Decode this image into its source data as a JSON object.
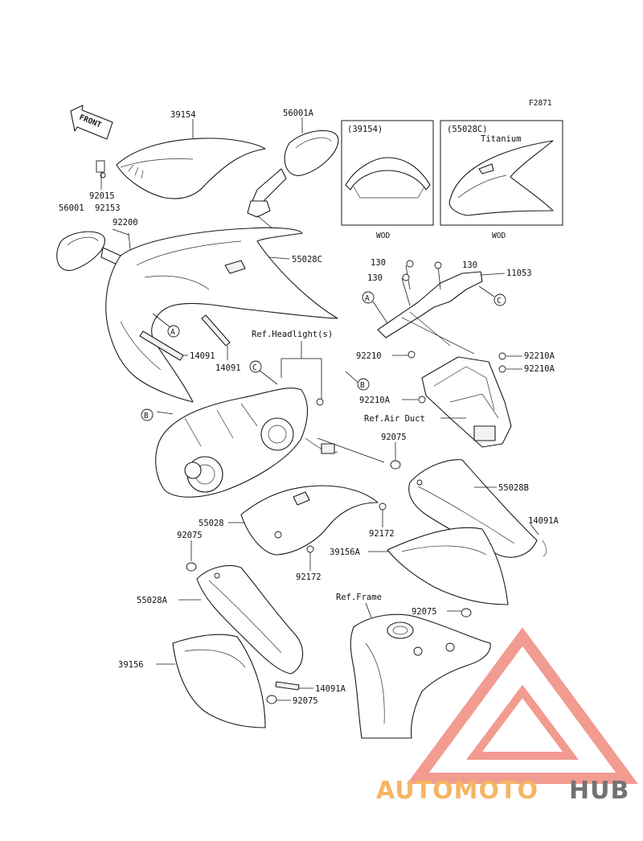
{
  "figure_code": "F2871",
  "front_label": "FRONT",
  "labels": {
    "windshield": "39154",
    "mirror_right": "56001A",
    "mirror_left": "56001",
    "bolt_92015": "92015",
    "bolt_92153": "92153",
    "bolt_92200": "92200",
    "upper_cowl": "55028C",
    "strip_a": "14091",
    "strip_b": "14091",
    "headlight_ref": "Ref.Headlight(s)",
    "screw_130_a": "130",
    "screw_130_b": "130",
    "screw_130_c": "130",
    "stay": "11053",
    "bracket_92210": "92210",
    "clip_92210a_1": "92210A",
    "clip_92210a_2": "92210A",
    "clip_92210a_3": "92210A",
    "air_duct_ref": "Ref.Air Duct",
    "grommet_92075_top": "92075",
    "side_cowl_right": "55028B",
    "strip_14091a_right": "14091A",
    "center_cover": "55028",
    "screw_92172_a": "92172",
    "screw_92172_b": "92172",
    "inner_cover_right": "39156A",
    "grommet_92075_left": "92075",
    "side_cowl_left": "55028A",
    "frame_ref": "Ref.Frame",
    "grommet_92075_right": "92075",
    "inner_cover_left": "39156",
    "strip_14091a_left": "14091A",
    "grommet_92075_bottom": "92075"
  },
  "callout_letters": {
    "a_upper": "A",
    "a_stay": "A",
    "b_bracket": "B",
    "b_headlight": "B",
    "c_headlight": "C",
    "c_stay": "C"
  },
  "inset_left": {
    "part_number": "(39154)",
    "note": "",
    "code": "WOD"
  },
  "inset_right": {
    "part_number": "(55028C)",
    "note": "Titanium",
    "code": "WOD"
  },
  "watermark": {
    "brand_part1": "AUTOMOTO",
    "brand_part2": "HUB",
    "color_primary": "#f08a7e",
    "color_secondary": "#f5a94a",
    "color_dark": "#5a5a5a"
  }
}
